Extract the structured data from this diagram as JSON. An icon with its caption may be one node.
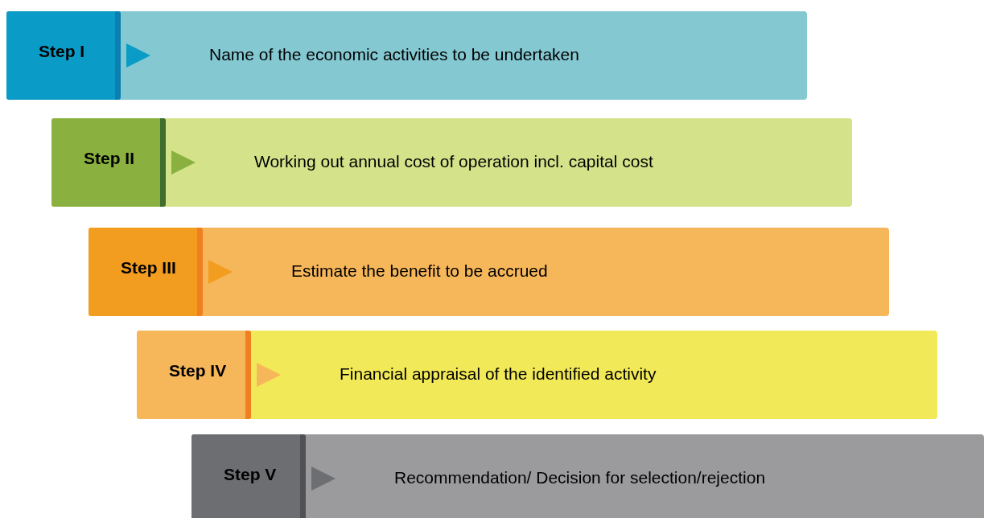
{
  "diagram": {
    "nodes": [
      {
        "text": [
          "Step I",
          "Name of the economic activities to be undertaken"
        ]
      },
      {
        "text": [
          "Step II",
          "Working out annual cost of operation incl. capital cost"
        ]
      },
      {
        "text": [
          "Step III",
          "Estimate the benefit to be accrued"
        ]
      },
      {
        "text": [
          "Step IV",
          "Financial appraisal of the identified activity"
        ]
      },
      {
        "text": [
          "Step V",
          "Recommendation/ Decision for selection/rejection"
        ]
      }
    ]
  }
}
